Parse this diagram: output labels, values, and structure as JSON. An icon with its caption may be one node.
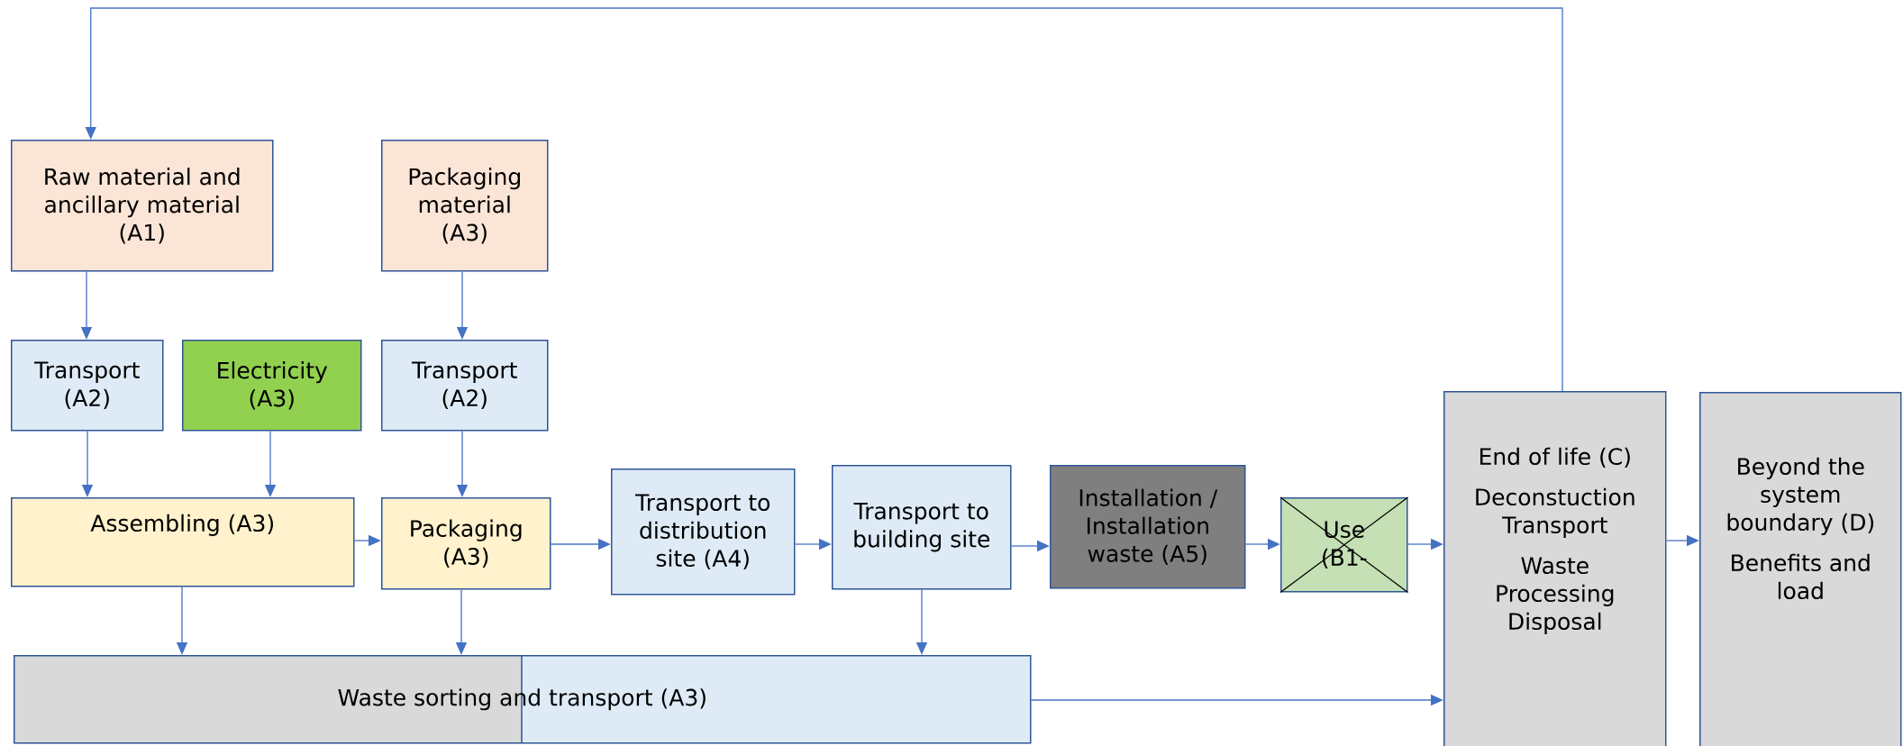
{
  "diagram": {
    "nodes": [
      {
        "text": [
          "Raw material and ancillary material (A1)"
        ]
      },
      {
        "text": [
          "Packaging material (A3)"
        ]
      },
      {
        "text": [
          "Transport (A2)"
        ]
      },
      {
        "text": [
          "Electricity (A3)"
        ]
      },
      {
        "text": [
          "Transport (A2)"
        ]
      },
      {
        "text": [
          "Assembling (A3)"
        ]
      },
      {
        "text": [
          "Packaging (A3)"
        ]
      },
      {
        "text": [
          "Transport to distribution site (A4)"
        ]
      },
      {
        "text": [
          "Transport to building site"
        ]
      },
      {
        "text": [
          "Installation / Installation waste (A5)"
        ]
      },
      {
        "text": [
          "Use (B1-"
        ]
      },
      {
        "text": [
          "End of life (C)",
          "Deconstuction Transport",
          "Waste Processing Disposal"
        ]
      },
      {
        "text": [
          "Beyond the system boundary (D)",
          "Benefits and load"
        ]
      },
      {
        "text": [
          "Waste sorting and transport (A3)"
        ]
      }
    ],
    "edges": [
      {
        "from": 11,
        "to": 0,
        "arrow": "to"
      },
      {
        "from": 0,
        "to": 2,
        "arrow": "to"
      },
      {
        "from": 1,
        "to": 4,
        "arrow": "to"
      },
      {
        "from": 2,
        "to": 5,
        "arrow": "to"
      },
      {
        "from": 3,
        "to": 5,
        "arrow": "to"
      },
      {
        "from": 4,
        "to": 6,
        "arrow": "to"
      },
      {
        "from": 5,
        "to": 6,
        "arrow": "to"
      },
      {
        "from": 6,
        "to": 7,
        "arrow": "to"
      },
      {
        "from": 7,
        "to": 8,
        "arrow": "to"
      },
      {
        "from": 8,
        "to": 9,
        "arrow": "to"
      },
      {
        "from": 9,
        "to": 10,
        "arrow": "to"
      },
      {
        "from": 10,
        "to": 11,
        "arrow": "to"
      },
      {
        "from": 11,
        "to": 12,
        "arrow": "to"
      },
      {
        "from": 5,
        "to": 13,
        "arrow": "to"
      },
      {
        "from": 6,
        "to": 13,
        "arrow": "to"
      },
      {
        "from": 8,
        "to": 13,
        "arrow": "to"
      },
      {
        "from": 13,
        "to": 11,
        "arrow": "to"
      }
    ]
  }
}
